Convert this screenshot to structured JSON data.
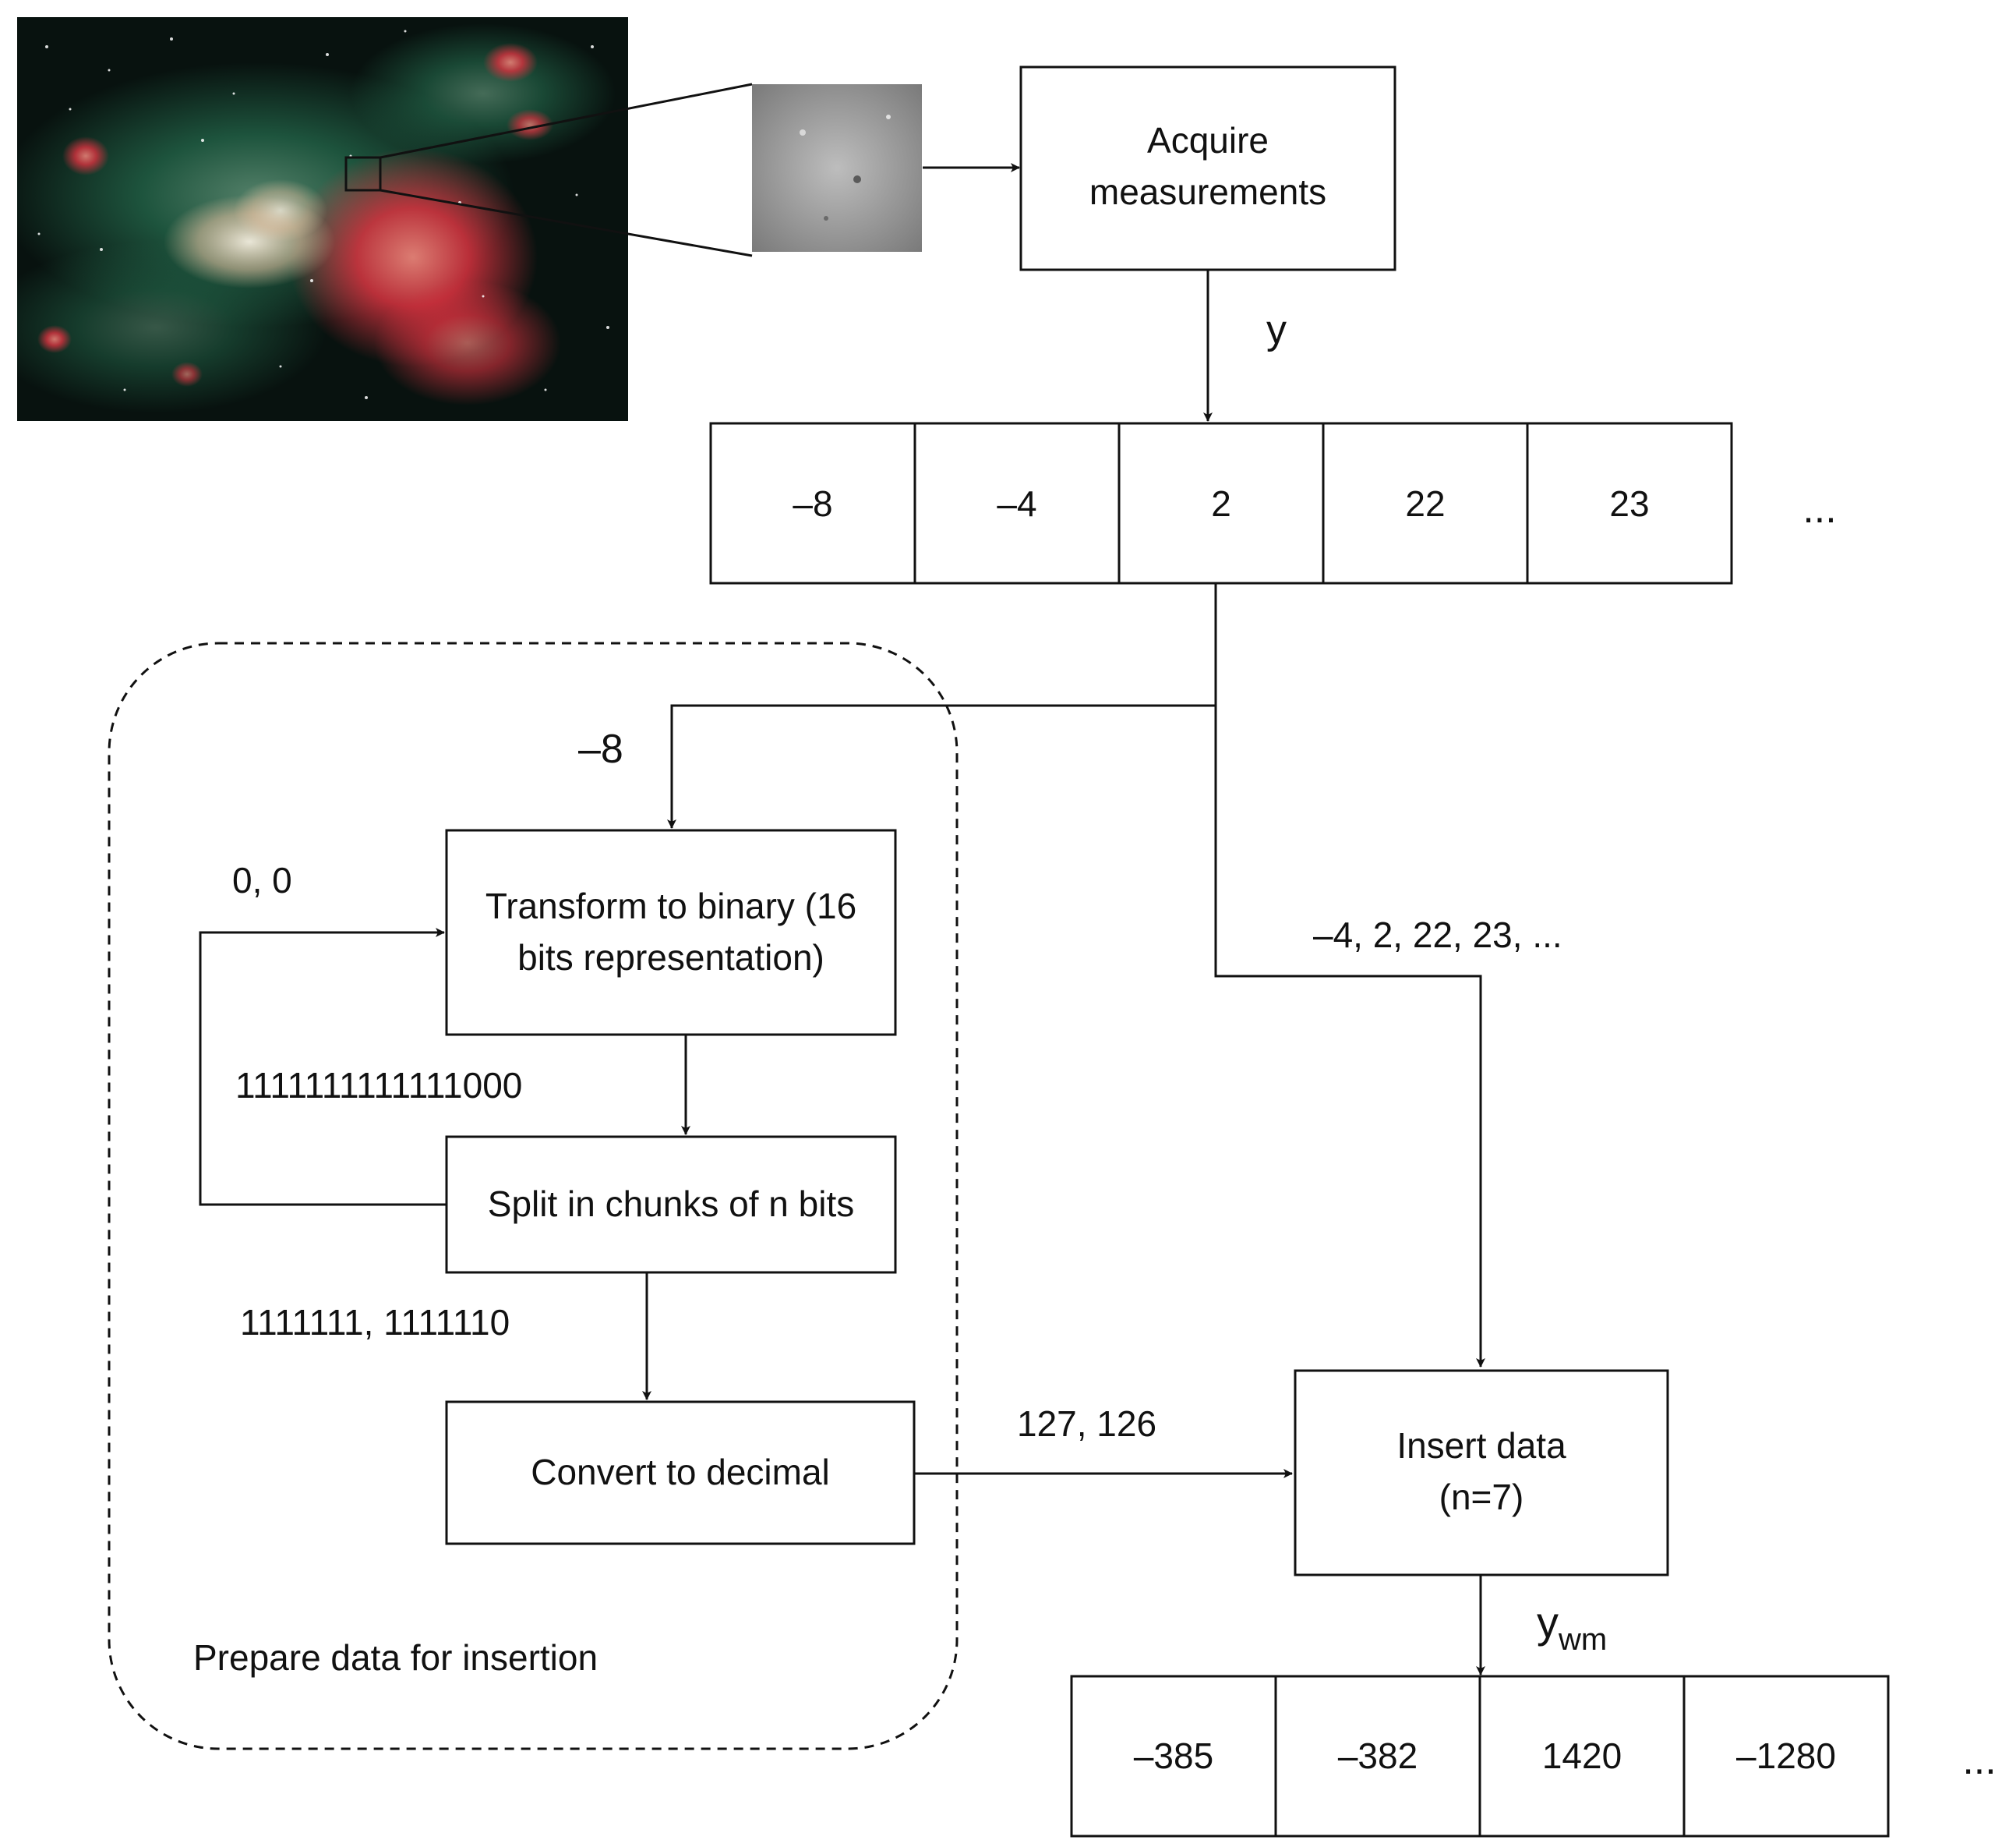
{
  "colors": {
    "line": "#111111",
    "box_fill": "#ffffff",
    "nebula_green": "#2f8a63",
    "nebula_red": "#d8323f",
    "space": "#08120f",
    "thumb_gray": "#9a9a9a"
  },
  "image": {
    "icon": "nebula-image"
  },
  "thumbnail": {
    "icon": "grayscale-crop"
  },
  "boxes": {
    "acquire": [
      "Acquire",
      "measurements"
    ],
    "transform": [
      "Transform to binary (16",
      "bits representation)"
    ],
    "split": "Split in chunks of n bits",
    "convert": "Convert to decimal",
    "insert": [
      "Insert data",
      "(n=7)"
    ]
  },
  "labels": {
    "y": "y",
    "ywm_base": "y",
    "ywm_sub": "wm",
    "first_value": "–8",
    "remaining": "–4, 2, 22, 23, ...",
    "feedback": "0, 0",
    "binary": "1111111111111000",
    "chunks": "1111111, 1111110",
    "decimals": "127, 126",
    "group": "Prepare data for insertion"
  },
  "measurement_array": {
    "cells": [
      "–8",
      "–4",
      "2",
      "22",
      "23"
    ],
    "ellipsis": "..."
  },
  "watermarked_array": {
    "cells": [
      "–385",
      "–382",
      "1420",
      "–1280"
    ],
    "ellipsis": "..."
  }
}
